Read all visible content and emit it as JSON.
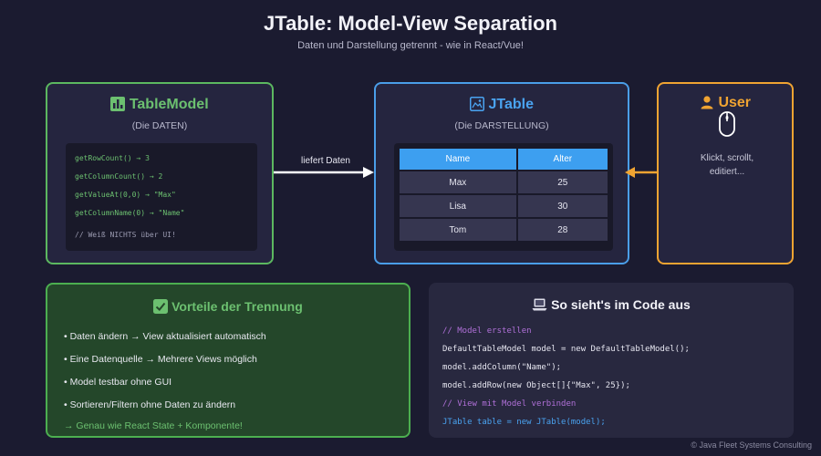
{
  "header": {
    "title": "JTable: Model-View Separation",
    "subtitle": "Daten und Darstellung getrennt - wie in React/Vue!"
  },
  "model": {
    "title": "TableModel",
    "subtitle": "(Die DATEN)",
    "icon": "bar-chart-icon",
    "color": "#5cb860",
    "code": [
      "getRowCount() → 3",
      "getColumnCount() → 2",
      "getValueAt(0,0) → \"Max\"",
      "getColumnName(0) → \"Name\""
    ],
    "comment": "// Weiß NICHTS über UI!"
  },
  "arrow": {
    "label": "liefert Daten"
  },
  "jtable": {
    "title": "JTable",
    "subtitle": "(Die DARSTELLUNG)",
    "icon": "picture-frame-icon",
    "color": "#4a9ee8",
    "columns": [
      "Name",
      "Alter"
    ],
    "rows": [
      [
        "Max",
        "25"
      ],
      [
        "Lisa",
        "30"
      ],
      [
        "Tom",
        "28"
      ]
    ]
  },
  "user": {
    "title": "User",
    "icon": "user-icon",
    "color": "#f0a432",
    "line1": "Klickt, scrollt,",
    "line2": "editiert..."
  },
  "vorteile": {
    "title": "Vorteile der Trennung",
    "icon": "check-box-icon",
    "items": [
      "• Daten ändern → View aktualisiert automatisch",
      "• Eine Datenquelle → Mehrere Views möglich",
      "• Model testbar ohne GUI",
      "• Sortieren/Filtern ohne Daten zu ändern"
    ],
    "footer": "→ Genau wie React State + Komponente!"
  },
  "code_example": {
    "title": "So sieht's im Code aus",
    "icon": "laptop-icon",
    "lines": [
      "// Model erstellen",
      "DefaultTableModel model = new DefaultTableModel();",
      "model.addColumn(\"Name\");",
      "model.addRow(new Object[]{\"Max\", 25});",
      "// View mit Model verbinden",
      "JTable table = new JTable(model);"
    ]
  },
  "footer": {
    "copyright": "© Java Fleet Systems Consulting"
  }
}
